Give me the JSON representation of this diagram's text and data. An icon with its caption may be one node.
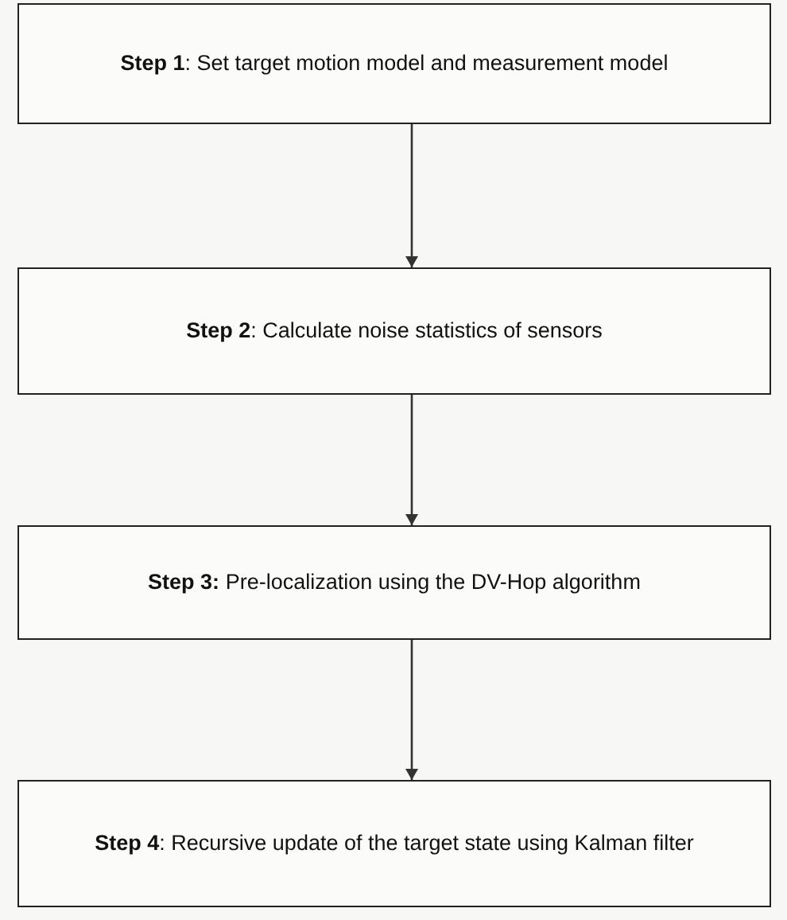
{
  "diagram": {
    "nodes": [
      {
        "text": [
          "**Step 1**: Set target motion model and measurement model"
        ]
      },
      {
        "text": [
          "**Step 2**: Calculate noise statistics of sensors"
        ]
      },
      {
        "text": [
          "**Step 3:** Pre-localization using the DV-Hop algorithm"
        ]
      },
      {
        "text": [
          "**Step 4**: Recursive update of the target state using Kalman filter"
        ]
      }
    ],
    "edges": [
      {
        "from": 0,
        "to": 1,
        "arrow": "to"
      },
      {
        "from": 1,
        "to": 2,
        "arrow": "to"
      },
      {
        "from": 2,
        "to": 3,
        "arrow": "to"
      }
    ]
  }
}
